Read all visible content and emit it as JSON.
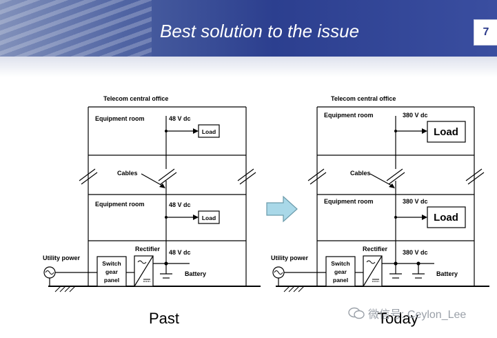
{
  "header": {
    "title": "Best solution to the issue",
    "page_number": "7"
  },
  "diagrams": {
    "past": {
      "caption": "Past",
      "office_label": "Telecom central office",
      "room1_label": "Equipment room",
      "room2_label": "Equipment room",
      "voltage_top": "48 V dc",
      "voltage_mid": "48 V dc",
      "voltage_bottom": "48 V dc",
      "load_top": "Load",
      "load_mid": "Load",
      "cables_label": "Cables",
      "utility_label": "Utility power",
      "switch_line1": "Switch",
      "switch_line2": "gear",
      "switch_line3": "panel",
      "rectifier_label": "Rectifier",
      "battery_label": "Battery"
    },
    "today": {
      "caption": "Today",
      "office_label": "Telecom central office",
      "room1_label": "Equipment room",
      "room2_label": "Equipment room",
      "voltage_top": "380 V dc",
      "voltage_mid": "380 V dc",
      "voltage_bottom": "380 V dc",
      "load_top": "Load",
      "load_mid": "Load",
      "cables_label": "Cables",
      "utility_label": "Utility power",
      "switch_line1": "Switch",
      "switch_line2": "gear",
      "switch_line3": "panel",
      "rectifier_label": "Rectifier",
      "battery_label": "Battery"
    }
  },
  "watermark": {
    "text": "微信号: Ceylon_Lee"
  },
  "colors": {
    "banner": "#2c3f8f",
    "arrow_fill": "#a9d8e8",
    "arrow_stroke": "#6a9aaa"
  }
}
